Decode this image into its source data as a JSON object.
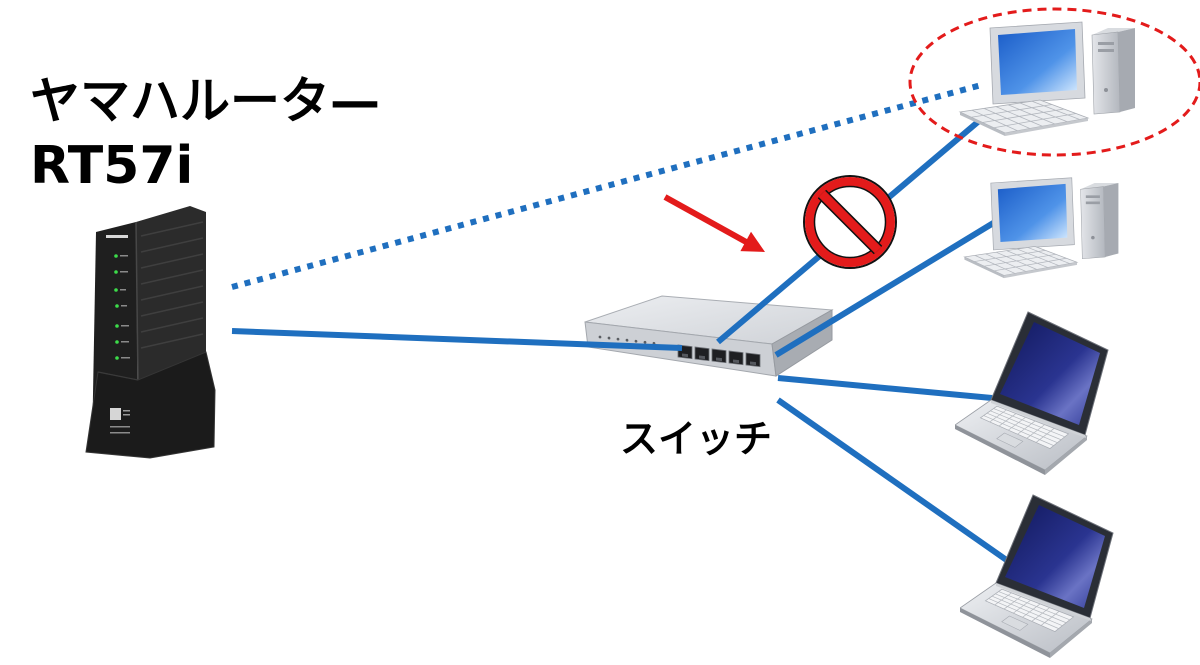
{
  "diagram": {
    "title_line1": "ヤマハルータ—",
    "title_line2": "RT57i",
    "switch_label": "スイッチ"
  },
  "icons": {
    "router": "router-icon",
    "switch": "network-switch-icon",
    "desktop": "desktop-pc-icon",
    "laptop": "laptop-icon",
    "blocked": "prohibited-icon",
    "arrow": "arrow-icon",
    "highlight": "dashed-ellipse-icon"
  },
  "colors": {
    "link": "#1f6fbf",
    "alert": "#e31b1b",
    "background": "#ffffff"
  }
}
